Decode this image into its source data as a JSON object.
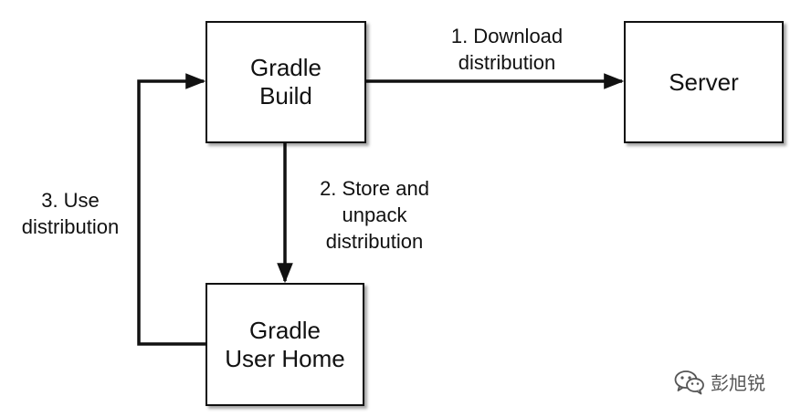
{
  "diagram": {
    "nodes": {
      "build": [
        "Gradle",
        "Build"
      ],
      "server": [
        "Server"
      ],
      "home": [
        "Gradle",
        "User Home"
      ]
    },
    "edges": {
      "download": [
        "1. Download",
        "distribution"
      ],
      "store": [
        "2. Store and",
        "unpack",
        "distribution"
      ],
      "use": [
        "3. Use",
        "distribution"
      ]
    },
    "colors": {
      "stroke": "#111111",
      "watermark": "#555555"
    }
  },
  "watermark": {
    "icon": "wechat-icon",
    "text": "彭旭锐"
  }
}
